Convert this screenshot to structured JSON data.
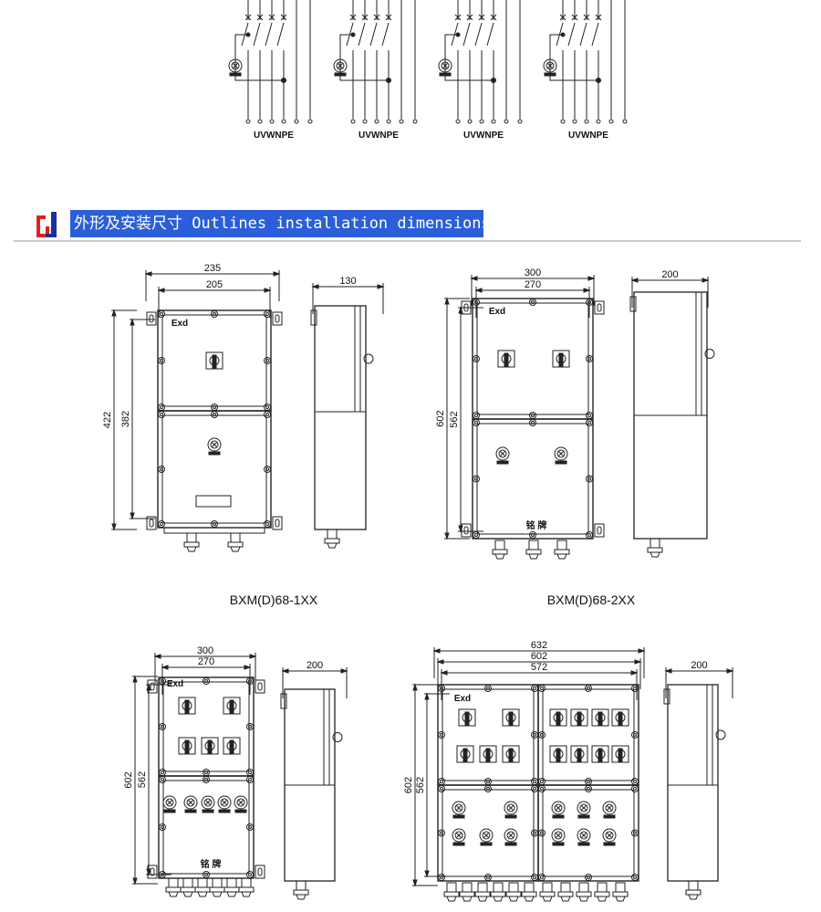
{
  "wiring": {
    "terminal_labels": [
      "UVWNPE",
      "UVWNPE",
      "UVWNPE",
      "UVWNPE"
    ]
  },
  "section": {
    "title": "外形及安装尺寸 Outlines installation dimensions",
    "accent_color": "#2b5fd9"
  },
  "drawings": [
    {
      "model": "BXM(D)68-1XX",
      "front_width_outer": "235",
      "front_width_inner": "205",
      "height_outer": "422",
      "height_inner": "382",
      "depth": "130",
      "exd": "Exd"
    },
    {
      "model": "BXM(D)68-2XX",
      "front_width_outer": "300",
      "front_width_inner": "270",
      "height_outer": "602",
      "height_inner": "562",
      "depth": "200",
      "exd": "Exd",
      "nameplate": "铭 牌"
    },
    {
      "front_width_outer": "300",
      "front_width_inner": "270",
      "height_outer": "602",
      "height_inner": "562",
      "depth": "200",
      "exd": "Exd",
      "nameplate": "铭 牌"
    },
    {
      "front_width_outer": "632",
      "front_width_mid": "602",
      "front_width_inner": "572",
      "height_outer": "602",
      "height_inner": "562",
      "depth": "200",
      "exd": "Exd"
    }
  ]
}
